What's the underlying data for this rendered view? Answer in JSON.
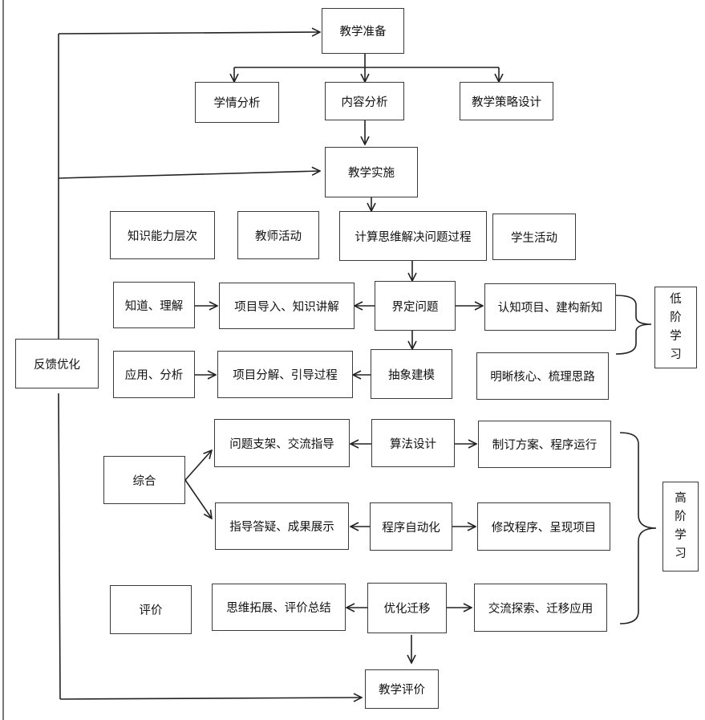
{
  "nodes": {
    "prep": "教学准备",
    "learner": "学情分析",
    "content": "内容分析",
    "strategy": "教学策略设计",
    "implement": "教学实施",
    "knowledge_level": "知识能力层次",
    "teacher_activity": "教师活动",
    "ct_process": "计算思维解决问题过程",
    "student_activity": "学生活动",
    "know_understand": "知道、理解",
    "project_intro": "项目导入、知识讲解",
    "define_problem": "界定问题",
    "cognize_project": "认知项目、建构新知",
    "apply_analyze": "应用、分析",
    "project_decompose": "项目分解、引导过程",
    "abstract_model": "抽象建模",
    "clarify_core": "明晰核心、梳理思路",
    "feedback": "反馈优化",
    "synthesis": "综合",
    "scaffold": "问题支架、交流指导",
    "algorithm": "算法设计",
    "plan_run": "制订方案、程序运行",
    "guide_answer": "指导答疑、成果展示",
    "automation": "程序自动化",
    "modify": "修改程序、呈现项目",
    "evaluate": "评价",
    "extend_summary": "思维拓展、评价总结",
    "optimize": "优化迁移",
    "exchange_apply": "交流探索、迁移应用",
    "assessment": "教学评价"
  },
  "groups": {
    "low": [
      "低",
      "阶",
      "学",
      "习"
    ],
    "high": [
      "高",
      "阶",
      "学",
      "习"
    ]
  }
}
